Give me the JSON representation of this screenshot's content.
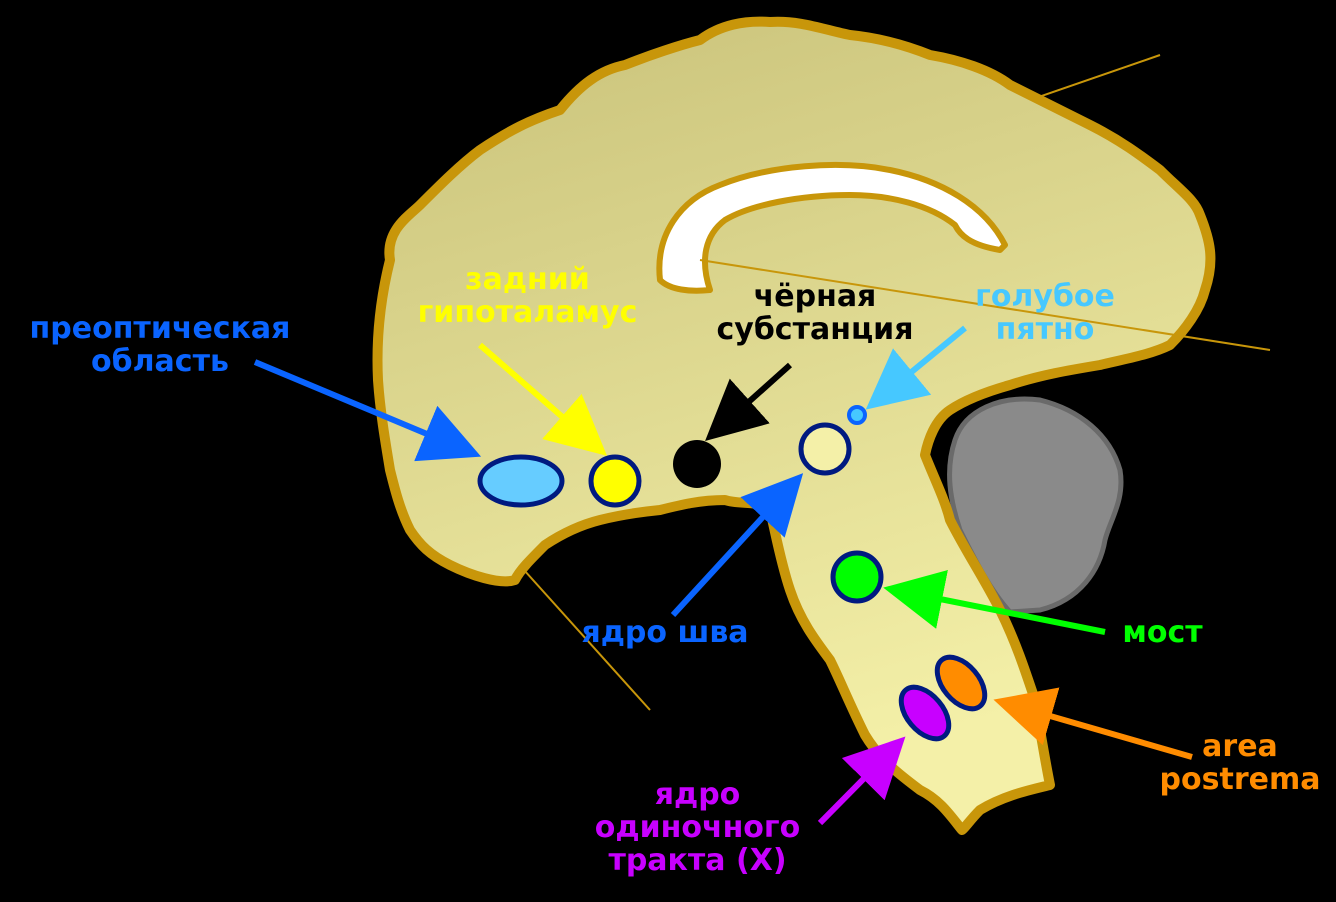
{
  "colors": {
    "background": "#000000",
    "brain_fill": "#d8d28a",
    "brain_outline": "#c8960a",
    "cerebellum_fill": "#8a8a8a",
    "preoptic": "#0a64ff",
    "hypothalamus": "#ffff00",
    "substantia_nigra": "#000000",
    "locus_coeruleus": "#46c8ff",
    "raphe": "#0a64ff",
    "pons": "#00ff00",
    "solitary_tract": "#c800ff",
    "area_postrema": "#ff8c00"
  },
  "labels": {
    "preoptic": [
      "преоптическая",
      "область"
    ],
    "posterior_hypothalamus": [
      "задний",
      "гипоталамус"
    ],
    "substantia_nigra": [
      "чёрная",
      "субстанция"
    ],
    "locus_coeruleus": [
      "голубое",
      "пятно"
    ],
    "raphe": [
      "ядро шва"
    ],
    "pons": [
      "мост"
    ],
    "area_postrema": [
      "area",
      "postrema"
    ],
    "solitary_tract": [
      "ядро",
      "одиночного",
      "тракта (X)"
    ]
  }
}
